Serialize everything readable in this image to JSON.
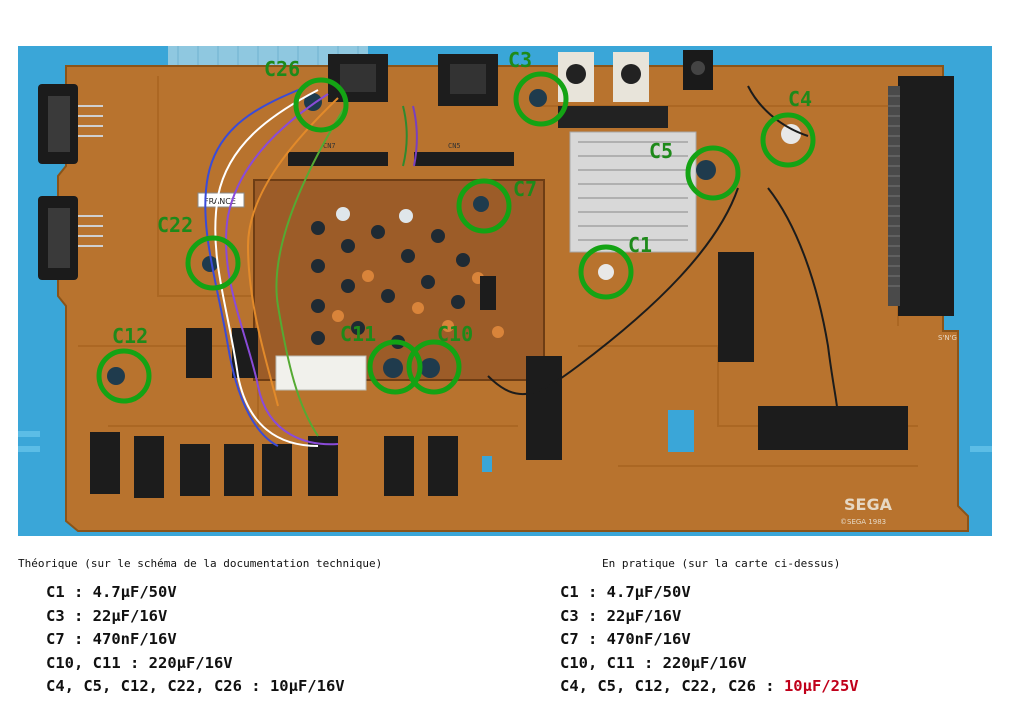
{
  "photo": {
    "description_free": true,
    "labels": [
      {
        "id": "c26",
        "text": "C26"
      },
      {
        "id": "c3",
        "text": "C3"
      },
      {
        "id": "c4",
        "text": "C4"
      },
      {
        "id": "c5",
        "text": "C5"
      },
      {
        "id": "c7",
        "text": "C7"
      },
      {
        "id": "c1",
        "text": "C1"
      },
      {
        "id": "c22",
        "text": "C22"
      },
      {
        "id": "c12",
        "text": "C12"
      },
      {
        "id": "c11",
        "text": "C11"
      },
      {
        "id": "c10",
        "text": "C10"
      }
    ],
    "board_text": {
      "france": "FRANCE",
      "sega_logo": "SEGA",
      "copyright": "©SEGA 1983",
      "cn7": "CN7",
      "cn5": "CN5",
      "sn": "S'N'G"
    },
    "colors": {
      "board": "#b8732e",
      "circle": "#14a314",
      "mat": "#3aa6d8"
    }
  },
  "left": {
    "heading": "Théorique (sur le schéma de la documentation technique)",
    "lines": [
      "C1 : 4.7µF/50V",
      "C3 : 22µF/16V",
      "C7 : 470nF/16V",
      "C10, C11 : 220µF/16V",
      "C4, C5, C12, C22, C26 : 10µF/16V"
    ]
  },
  "right": {
    "heading": "En pratique (sur la carte ci-dessus)",
    "lines": [
      "C1 : 4.7µF/50V",
      "C3 : 22µF/16V",
      "C7 : 470nF/16V",
      "C10, C11 : 220µF/16V"
    ],
    "last_prefix": "C4, C5, C12, C22, C26 : ",
    "last_value": "10µF/25V",
    "highlight_color": "#c0001a"
  }
}
